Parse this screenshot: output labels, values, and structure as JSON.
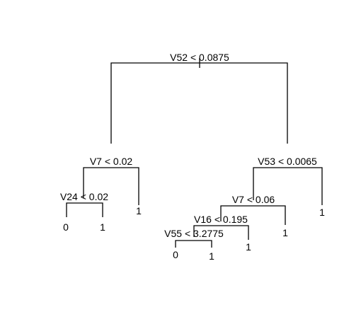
{
  "tree": {
    "nodes": [
      {
        "id": "n1",
        "label": "V52 < 0.0875"
      },
      {
        "id": "n2",
        "label": "V7 < 0.02"
      },
      {
        "id": "n3",
        "label": "V53 < 0.0065"
      },
      {
        "id": "n4",
        "label": "V24 < 0.02"
      },
      {
        "id": "n5",
        "label": "V7 < 0.06"
      },
      {
        "id": "n6",
        "label": "V16 < 0.195"
      },
      {
        "id": "n7",
        "label": "V55 < 3.2775"
      }
    ],
    "leaves": [
      {
        "id": "l1",
        "label": "0"
      },
      {
        "id": "l2",
        "label": "1"
      },
      {
        "id": "l3",
        "label": "1"
      },
      {
        "id": "l4",
        "label": "0"
      },
      {
        "id": "l5",
        "label": "1"
      },
      {
        "id": "l6",
        "label": "1"
      },
      {
        "id": "l7",
        "label": "1"
      },
      {
        "id": "l8",
        "label": "1"
      }
    ]
  }
}
